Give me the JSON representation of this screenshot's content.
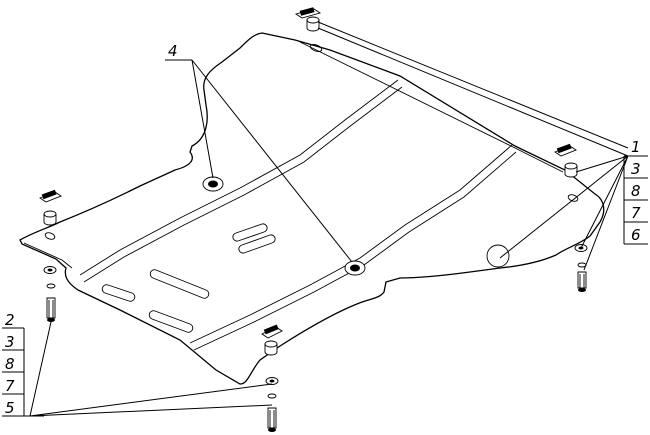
{
  "diagram": {
    "callout_top": "4",
    "right_labels": [
      "1",
      "3",
      "8",
      "7",
      "6"
    ],
    "left_labels": [
      "2",
      "3",
      "8",
      "7",
      "5"
    ]
  }
}
